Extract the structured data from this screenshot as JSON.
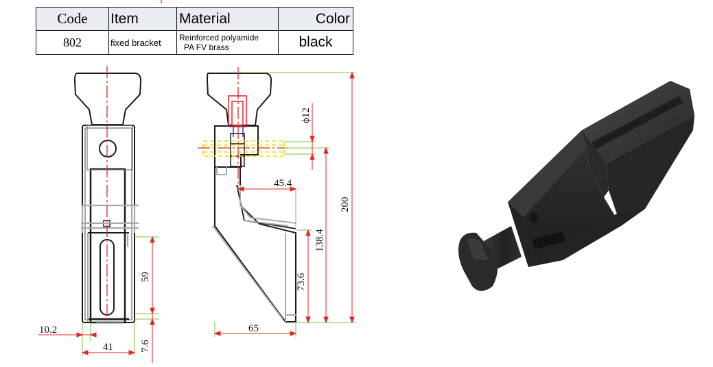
{
  "table": {
    "headers": [
      "Code",
      "Item",
      "Material",
      "Color"
    ],
    "row": {
      "code": "802",
      "item": "fixed bracket",
      "material_line1": "Reinforced polyamide",
      "material_line2": "PA FV brass",
      "color": "black"
    }
  },
  "dimensions": {
    "d_10_2": "10.2",
    "d_41": "41",
    "d_7_6": "7.6",
    "d_59": "59",
    "d_65": "65",
    "d_73_6": "73.6",
    "d_138_4": "138.4",
    "d_200": "200",
    "d_45_4": "45.4",
    "d_phi12": "ϕ12"
  },
  "colors": {
    "outline": "#1a1a1a",
    "hidden_gray": "#a9a9a9",
    "dim_green": "#7fc241",
    "dim_red": "#e0262b",
    "center_red": "#d9262b",
    "dash_yellow": "#e9e200",
    "dash_blue": "#2a3fb0",
    "product_black": "#2c2c2c"
  }
}
